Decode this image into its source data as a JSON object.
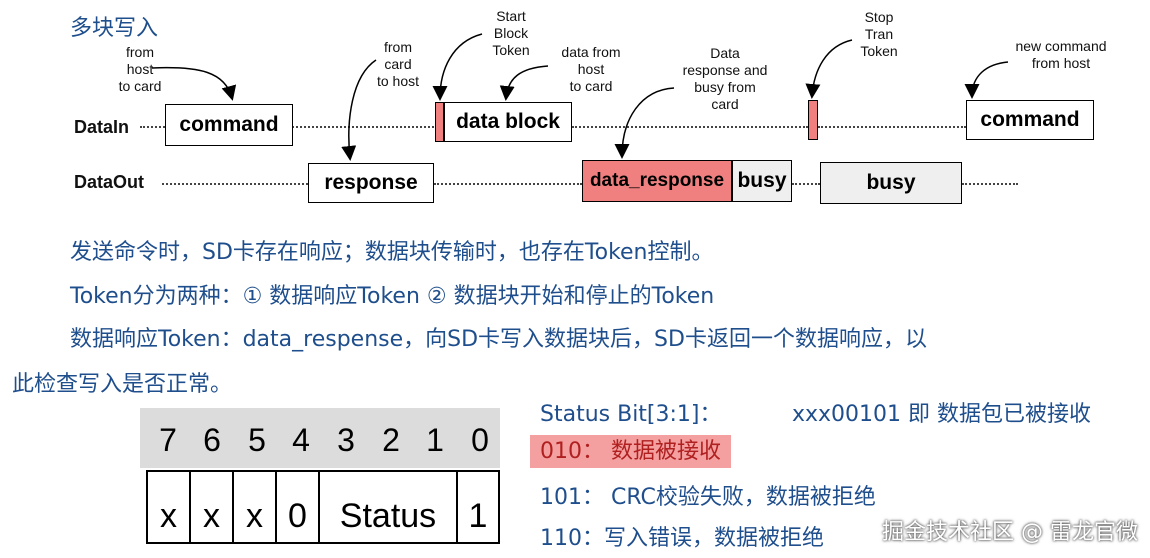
{
  "title": "多块写入",
  "diagram": {
    "signals": {
      "data_in": "DataIn",
      "data_out": "DataOut"
    },
    "annotations": {
      "from_host_to_card": "from\nhost\nto card",
      "from_card_to_host": "from\ncard\nto host",
      "start_block_token": "Start\nBlock\nToken",
      "data_from_host_to_card": "data from\nhost\nto card",
      "data_response_busy": "Data\nresponse and\nbusy from\ncard",
      "stop_tran_token": "Stop\nTran\nToken",
      "new_command_from_host": "new command\nfrom host"
    },
    "boxes": {
      "command1": "command",
      "response": "response",
      "data_block": "data block",
      "data_response": "data_response",
      "busy_small": "busy",
      "busy_large": "busy",
      "command2": "command"
    }
  },
  "paragraphs": {
    "p1": "发送命令时，SD卡存在响应；数据块传输时，也存在Token控制。",
    "p2": "Token分为两种：① 数据响应Token ② 数据块开始和停止的Token",
    "p3a": "数据响应Token：data_respense，向SD卡写入数据块后，SD卡返回一个数据响应，以",
    "p3b": "此检查写入是否正常。"
  },
  "bit_table": {
    "bit_numbers": [
      "7",
      "6",
      "5",
      "4",
      "3",
      "2",
      "1",
      "0"
    ],
    "cells": [
      "x",
      "x",
      "x",
      "0",
      "Status",
      "1"
    ]
  },
  "status": {
    "header_label": "Status Bit[3:1]：",
    "header_value": "xxx00101 即 数据包已被接收",
    "line_010": "010：  数据被接收",
    "line_101": "101：  CRC校验失败，数据被拒绝",
    "line_110": "110：写入错误，数据被拒绝"
  },
  "watermark": "掘金技术社区 @ 雷龙官微",
  "colors": {
    "accent_blue": "#1f4e8c",
    "token_red": "#f08080",
    "highlight": "#f4a0a0"
  }
}
